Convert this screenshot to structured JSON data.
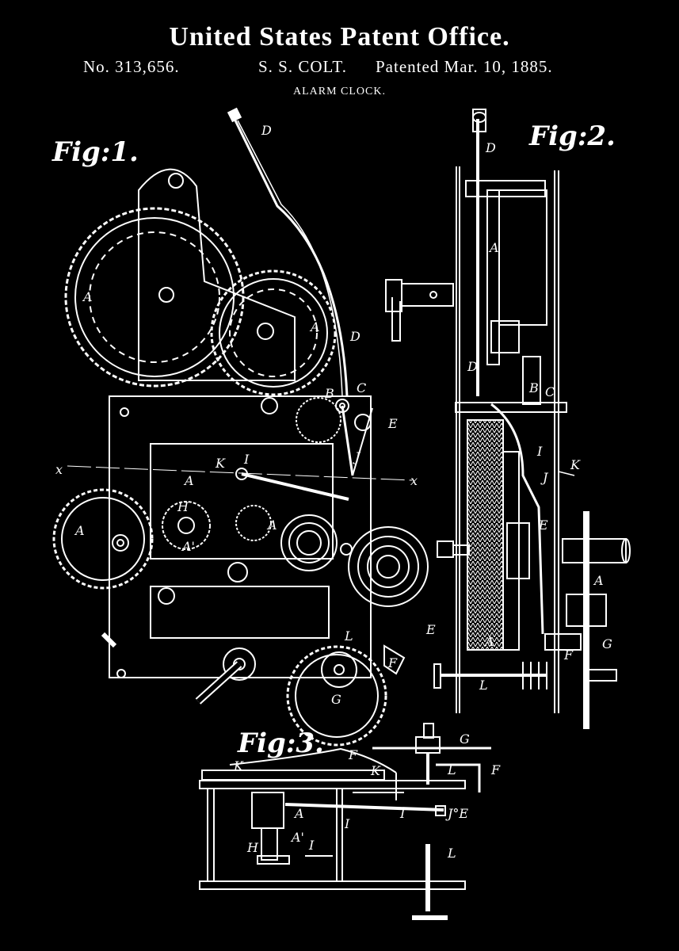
{
  "header": {
    "office": "United States Patent Office.",
    "number": "No. 313,656.",
    "inventor": "S. S. COLT.",
    "date": "Patented Mar. 10, 1885.",
    "subject": "ALARM CLOCK."
  },
  "figures": {
    "fig1": "Fig:1.",
    "fig2": "Fig:2.",
    "fig3": "Fig:3."
  },
  "labels": {
    "A": "A",
    "A1": "A'",
    "B": "B",
    "C": "C",
    "D": "D",
    "E": "E",
    "F": "F",
    "G": "G",
    "H": "H",
    "I": "I",
    "J": "J",
    "K": "K",
    "L": "L",
    "x": "x",
    "J2E": "J°E"
  }
}
